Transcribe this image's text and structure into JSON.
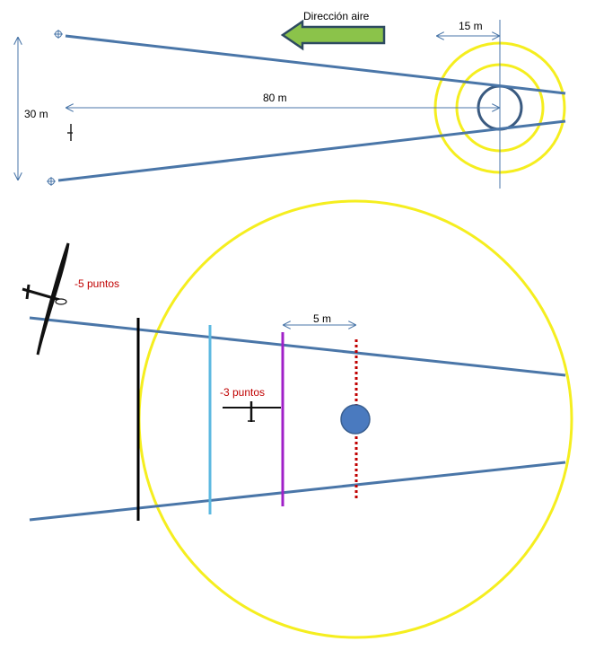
{
  "top": {
    "wind_label": "Dirección aire",
    "width_label": "30 m",
    "distance_label": "80 m",
    "radius_label": "15 m"
  },
  "bottom": {
    "penalty_5": "-5 puntos",
    "penalty_3": "-3 puntos",
    "spacing_label": "5 m"
  },
  "colors": {
    "line": "#4a76a8",
    "yellow": "#f5ee1f",
    "arrow": "#8bc34a",
    "red": "#c00000",
    "purple": "#a020c8",
    "cyan": "#5bb8e0"
  }
}
